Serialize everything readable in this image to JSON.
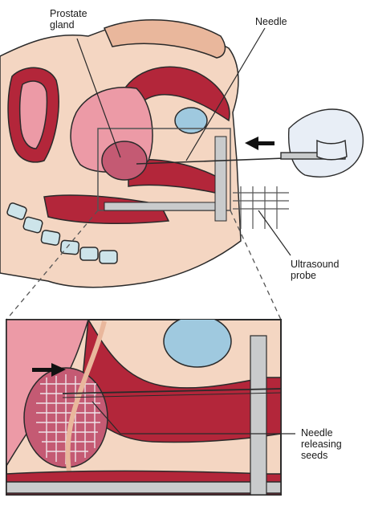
{
  "labels": {
    "prostate": [
      "Prostate",
      "gland"
    ],
    "needle": "Needle",
    "ultrasound": [
      "Ultrasound",
      "probe"
    ],
    "seeds": [
      "Needle",
      "releasing",
      "seeds"
    ]
  },
  "colors": {
    "skin": "#f4d6c2",
    "skin_dark": "#e9b79c",
    "organ_red": "#b3263a",
    "organ_pink": "#ec9aa6",
    "prostate": "#c45a73",
    "bone": "#cde4ea",
    "bladder_blue": "#9fc9df",
    "metal": "#c9cbcc",
    "glove": "#e8eef6",
    "outline": "#2a2a2a"
  },
  "icons": {
    "arrow_top": "arrow-left-icon",
    "arrow_inset": "arrow-right-icon"
  }
}
